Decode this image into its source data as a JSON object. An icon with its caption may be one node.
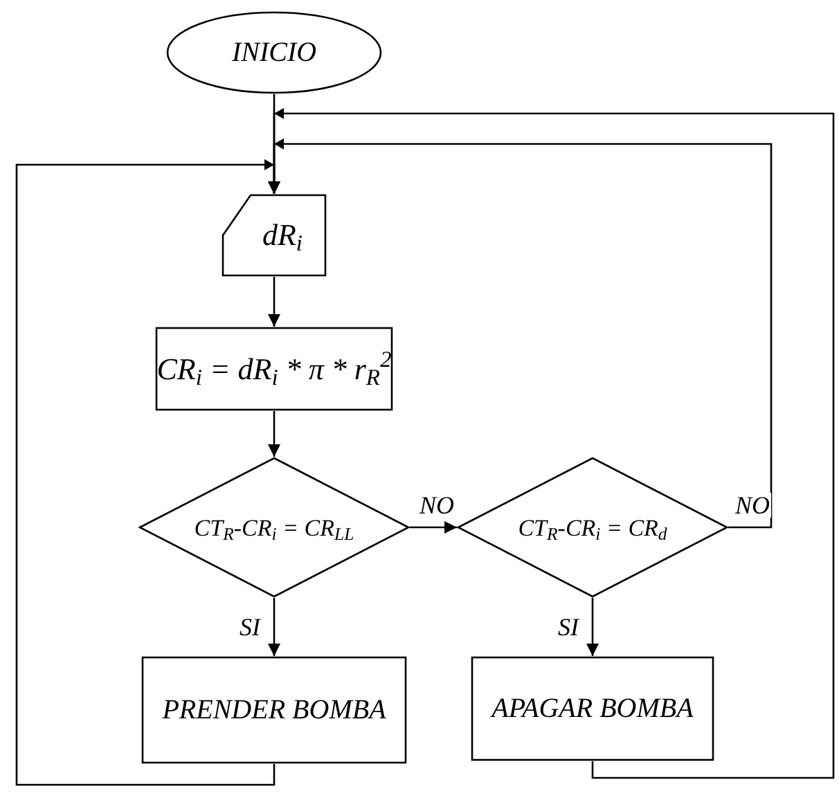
{
  "diagram": {
    "nodes": [
      {
        "text": [
          "INICIO"
        ]
      },
      {
        "text": [
          "dR$_{i}$"
        ]
      },
      {
        "text": [
          "CR$_{i}$ = dR$_{i}$ * π * r$_{R}$$^{2}$"
        ]
      },
      {
        "text": [
          "CT$_{R}$-CR$_{i}$ = CR$_{LL}$"
        ]
      },
      {
        "text": [
          "CT$_{R}$-CR$_{i}$ = CR$_{d}$"
        ]
      },
      {
        "text": [
          "PRENDER BOMBA"
        ]
      },
      {
        "text": [
          "APAGAR BOMBA"
        ]
      }
    ],
    "edges": [
      {
        "from": 0,
        "to": 1,
        "arrow": "to"
      },
      {
        "from": 1,
        "to": 2,
        "arrow": "to"
      },
      {
        "from": 2,
        "to": 3,
        "arrow": "to"
      },
      {
        "from": 3,
        "to": 4,
        "arrow": "to",
        "label": "NO"
      },
      {
        "from": 3,
        "to": 5,
        "arrow": "to",
        "label": "SI"
      },
      {
        "from": 4,
        "to": 6,
        "arrow": "to",
        "label": "SI"
      },
      {
        "from": 4,
        "to": 1,
        "arrow": "to",
        "label": "NO"
      },
      {
        "from": 5,
        "to": 1,
        "arrow": "to"
      },
      {
        "from": 6,
        "to": 1,
        "arrow": "to"
      }
    ]
  }
}
